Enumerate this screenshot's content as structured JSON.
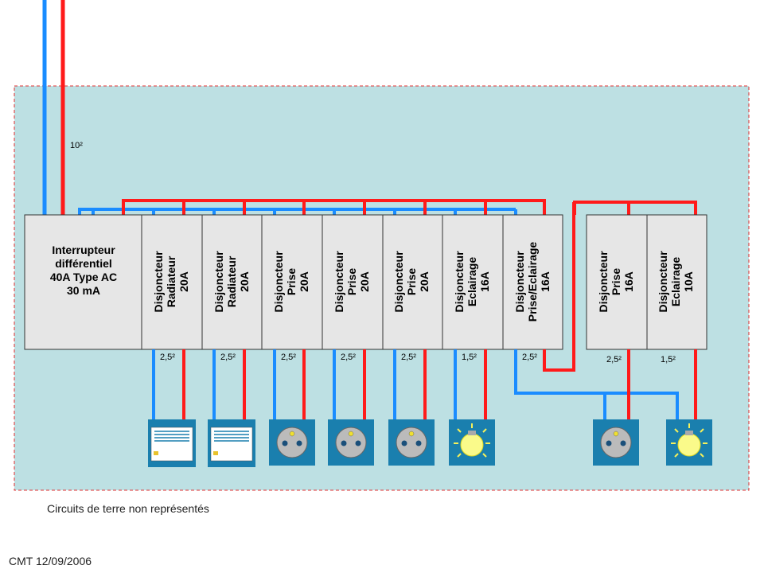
{
  "colors": {
    "panel_bg": "#bde0e3",
    "panel_border": "#e03030",
    "phase": "#ff1a1a",
    "neutral": "#1a8cff",
    "module_bg": "#e6e6e6",
    "device_bg": "#1a7fae"
  },
  "supply_section": "10²",
  "differential": {
    "lines": [
      "Interrupteur",
      "différentiel",
      "40A Type AC",
      "30 mA"
    ]
  },
  "breakers_group1": [
    {
      "lines": [
        "Disjoncteur",
        "Radiateur",
        "20A"
      ],
      "section": "2,5²",
      "device": "radiator-icon"
    },
    {
      "lines": [
        "Disjoncteur",
        "Radiateur",
        "20A"
      ],
      "section": "2,5²",
      "device": "radiator-icon"
    },
    {
      "lines": [
        "Disjoncteur",
        "Prise",
        "20A"
      ],
      "section": "2,5²",
      "device": "outlet-icon"
    },
    {
      "lines": [
        "Disjoncteur",
        "Prise",
        "20A"
      ],
      "section": "2,5²",
      "device": "outlet-icon"
    },
    {
      "lines": [
        "Disjoncteur",
        "Prise",
        "20A"
      ],
      "section": "2,5²",
      "device": "outlet-icon"
    },
    {
      "lines": [
        "Disjoncteur",
        "Eclairage",
        "16A"
      ],
      "section": "1,5²",
      "device": "bulb-icon"
    },
    {
      "lines": [
        "Disjoncteur",
        "Prise/Eclairage",
        "16A"
      ],
      "section": "2,5²",
      "device": "none"
    }
  ],
  "breakers_group2": [
    {
      "lines": [
        "Disjoncteur",
        "Prise",
        "16A"
      ],
      "section": "2,5²",
      "device": "outlet-icon"
    },
    {
      "lines": [
        "Disjoncteur",
        "Eclairage",
        "10A"
      ],
      "section": "1,5²",
      "device": "bulb-icon"
    }
  ],
  "notes": {
    "earth": "Circuits de terre non représentés",
    "author": "CMT 12/09/2006"
  }
}
